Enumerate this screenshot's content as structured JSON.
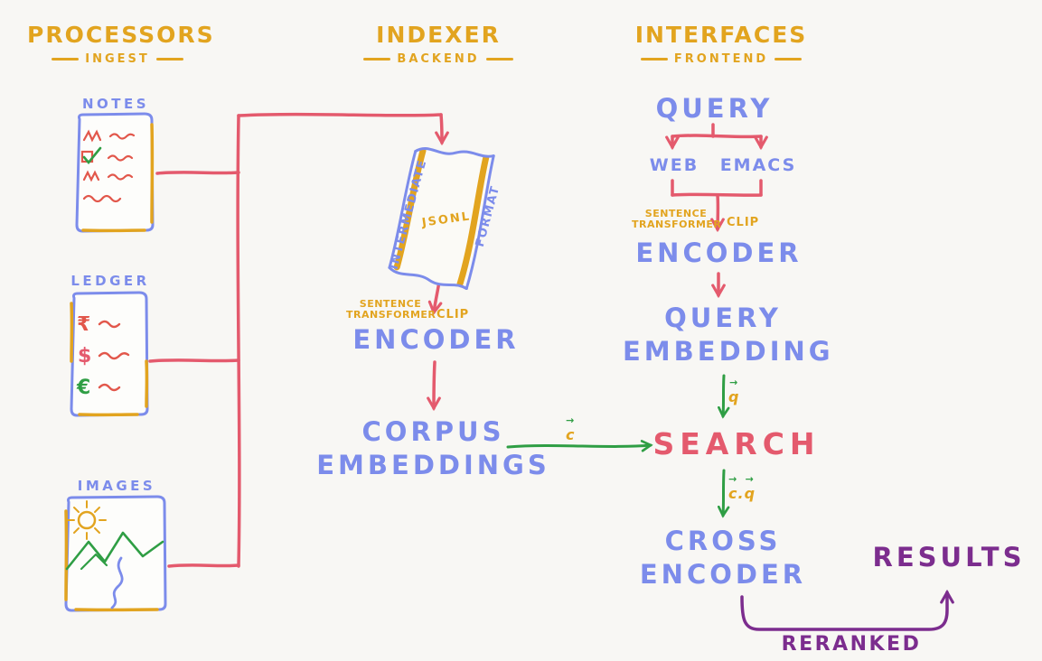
{
  "colors": {
    "background": "#f8f7f4",
    "yellow": "#e2a41f",
    "blue": "#7c8ceb",
    "red": "#e45a6d",
    "green": "#2f9e44",
    "purple": "#7c2d8e",
    "orange_red": "#e2574b"
  },
  "header": {
    "processors": {
      "title": "PROCESSORS",
      "subtitle": "INGEST"
    },
    "indexer": {
      "title": "INDEXER",
      "subtitle": "BACKEND"
    },
    "interfaces": {
      "title": "INTERFACES",
      "subtitle": "FRONTEND"
    }
  },
  "processors": {
    "notes": "NOTES",
    "ledger": "LEDGER",
    "images": "IMAGES",
    "ledger_currency_1": "₹",
    "ledger_currency_2": "$",
    "ledger_currency_3": "€"
  },
  "indexer": {
    "scroll_left": "INTERMEDIATE",
    "scroll_center": "JSONL",
    "scroll_right": "FORMAT",
    "model_line1": "SENTENCE",
    "model_line2": "TRANSFORMER",
    "model_clip": "CLIP",
    "encoder": "ENCODER",
    "corpus_line1": "CORPUS",
    "corpus_line2": "EMBEDDINGS"
  },
  "interfaces": {
    "query": "QUERY",
    "web": "WEB",
    "emacs": "EMACS",
    "model_line1": "SENTENCE",
    "model_line2": "TRANSFORMER",
    "model_clip": "CLIP",
    "encoder": "ENCODER",
    "embedding_line1": "QUERY",
    "embedding_line2": "EMBEDDING",
    "search": "SEARCH",
    "cross_line1": "CROSS",
    "cross_line2": "ENCODER",
    "results": "RESULTS",
    "reranked": "RERANKED"
  },
  "edge_labels": {
    "corpus_vector": "c",
    "query_vector": "q",
    "dot_separator": ".",
    "vector_arrow": "→"
  }
}
